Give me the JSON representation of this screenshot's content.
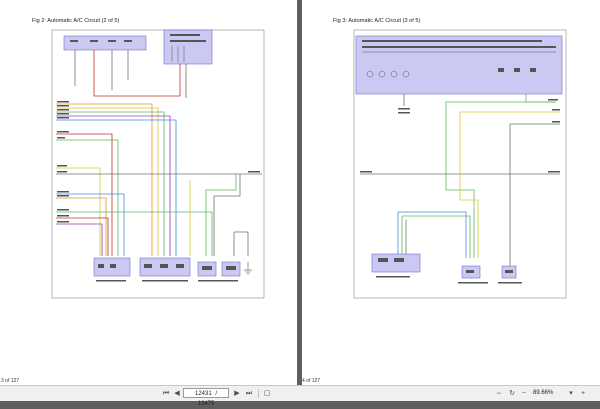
{
  "left_page": {
    "title": "Fig 2: Automatic A/C Circuit (2 of 5)",
    "page_label": "3 of 127"
  },
  "right_page": {
    "title": "Fig 3: Automatic A/C Circuit (3 of 5)",
    "page_label": "4 of 127"
  },
  "toolbar": {
    "current_page": "12431",
    "total_pages": "13475",
    "page_separator": "/",
    "zoom": "89.66%",
    "icons": [
      "first-page-icon",
      "prev-page-icon",
      "next-page-icon",
      "last-page-icon",
      "fit-page-icon",
      "fit-width-icon",
      "rotate-icon",
      "zoom-out-icon",
      "zoom-in-icon",
      "zoom-dropdown-icon"
    ]
  },
  "colors": {
    "connector_fill": "#c9c9f3",
    "connector_stroke": "#7070c8",
    "wire_red": "#c03030",
    "wire_green": "#5cb860",
    "wire_yellow": "#d8cc30",
    "wire_purple": "#9040c0",
    "wire_blue": "#4090d8",
    "wire_orange": "#e89030",
    "wire_gray": "#707070"
  }
}
